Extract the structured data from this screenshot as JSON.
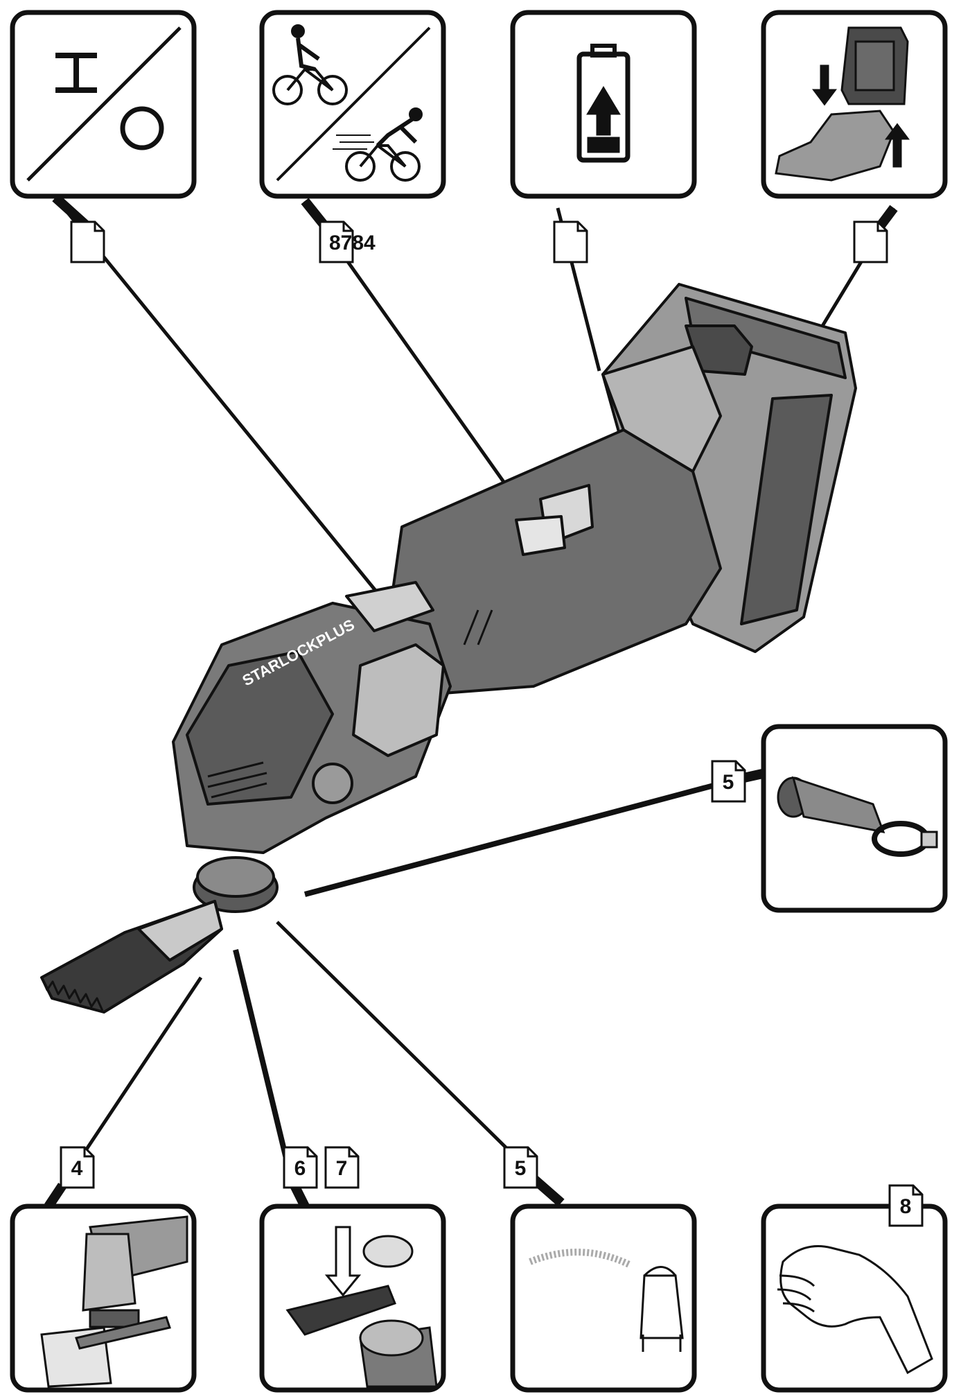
{
  "callouts": {
    "onoff": "",
    "speed": "8784",
    "battery": "",
    "battery_insert": "",
    "dust_adapter": "5",
    "accessory_mount": "4",
    "tool_change_a": "6",
    "tool_change_b": "7",
    "dust_extraction": "5",
    "vibration": "8"
  },
  "tool": {
    "brand_label": "STARLOCKPLUS"
  },
  "colors": {
    "line": "#111111",
    "tool_dark": "#4a4a4a",
    "tool_mid": "#7a7a7a",
    "tool_light": "#c8c8c8",
    "background": "#ffffff"
  },
  "icons": [
    "on-off-switch-icon",
    "speed-bicycle-icon",
    "battery-charge-icon",
    "battery-insert-icon",
    "dust-adapter-icon",
    "depth-stop-icon",
    "blade-change-icon",
    "vacuum-icon",
    "hand-icon"
  ]
}
